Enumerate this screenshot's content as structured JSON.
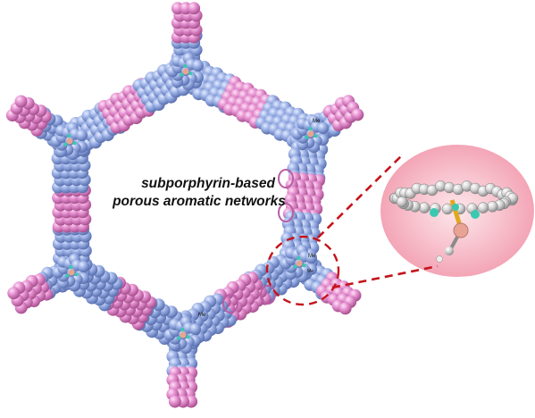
{
  "figure": {
    "caption_line1": "subporphyrin-based",
    "caption_line2": "porous aromatic networks",
    "atom_labels": [
      "Me",
      "Me",
      "Me",
      "Me"
    ]
  },
  "colors": {
    "framework_blue": "#8fa6dc",
    "framework_blue_dark": "#5d74b4",
    "linker_pink": "#e48fcf",
    "linker_pink_dark": "#b95ea2",
    "node_boron": "#e4a58e",
    "node_nitrogen": "#39c9b0",
    "zoom_dash": "#c4141b",
    "halo_pink": "#f6b8c4",
    "model_grey": "#d3d3d3"
  }
}
